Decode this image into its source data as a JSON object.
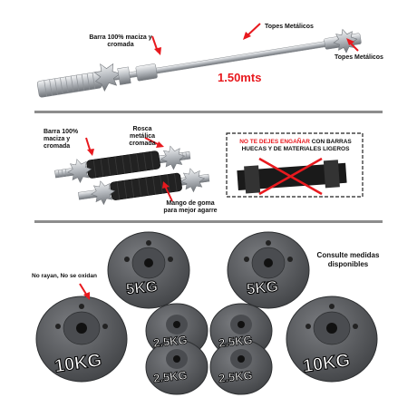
{
  "section_bar": {
    "label_solid": "Barra 100% maciza y cromada",
    "label_stops_top": "Topes Metálicos",
    "label_stops_right": "Topes Metálicos",
    "length": "1.50mts"
  },
  "section_dumbbell": {
    "label_solid": "Barra 100% maciza y cromada",
    "label_thread": "Rosca metálica cromada",
    "label_grip": "Mango de goma para mejor agarre",
    "warning_highlight": "NO TE DEJES ENGAÑAR",
    "warning_rest": "CON BARRAS HUECAS Y DE MATERIALES LIGEROS"
  },
  "section_plates": {
    "label_scratch": "No rayan, No se oxidan",
    "label_consult": "Consulte medidas disponibles",
    "plate_5kg": "5KG",
    "plate_10kg": "10KG",
    "plate_2_5kg": "2.5KG"
  },
  "colors": {
    "accent_red": "#e8191e",
    "plate_gray": "#5b5d60",
    "chrome": "#c9ccd0",
    "divider": "#8d8d8d"
  }
}
